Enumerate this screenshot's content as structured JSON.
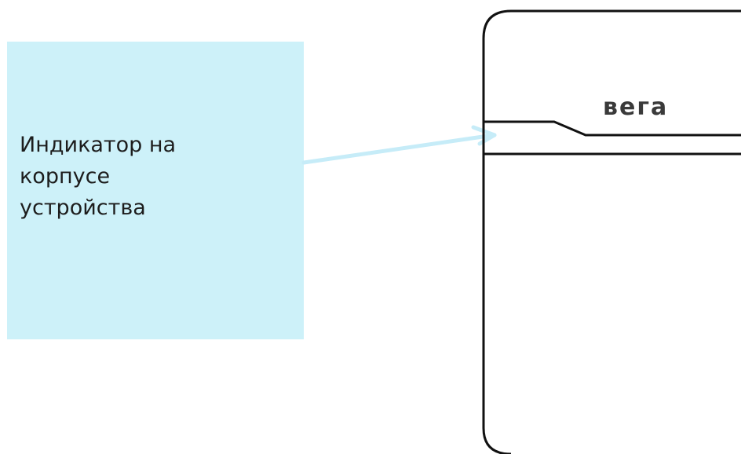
{
  "callout": {
    "lines": [
      "Индикатор на",
      "корпусе",
      "устройства"
    ],
    "box_color": "#cdf1f9",
    "arrow_color": "#c6ecf8"
  },
  "device": {
    "logo": "вега",
    "outline_color": "#111111"
  }
}
